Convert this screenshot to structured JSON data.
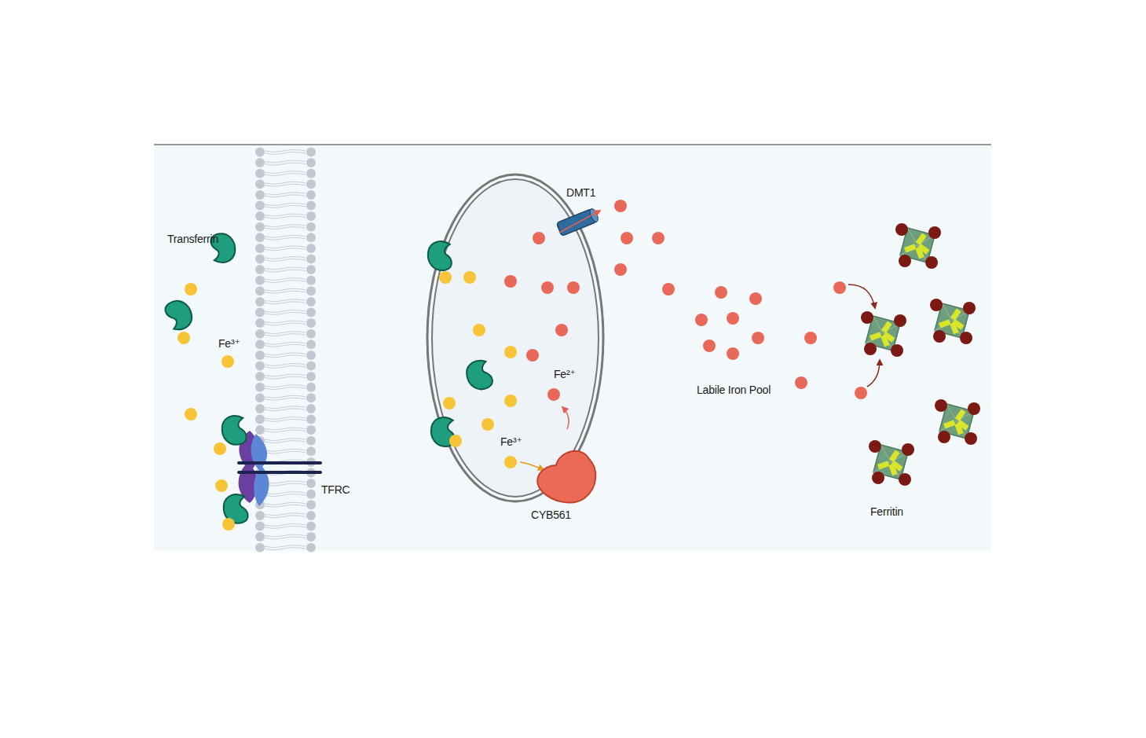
{
  "diagram": {
    "labels": [
      "Transferrin",
      "Fe³⁺",
      "TFRC",
      "DMT1",
      "Fe²⁺",
      "Fe³⁺",
      "CYB561",
      "Labile Iron Pool",
      "Ferritin"
    ]
  }
}
